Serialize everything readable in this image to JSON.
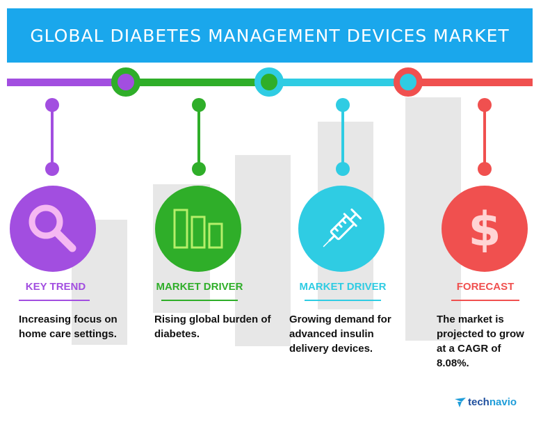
{
  "header": {
    "title": "GLOBAL DIABETES MANAGEMENT DEVICES MARKET"
  },
  "colors": {
    "header_bg": "#1aa7ec",
    "purple": "#a24ee0",
    "green": "#2fae29",
    "cyan": "#2fcce3",
    "red": "#f0504f",
    "bars": "#e7e7e7"
  },
  "items": [
    {
      "label": "KEY TREND",
      "icon": "magnifier-icon",
      "description": "Increasing focus on home care settings."
    },
    {
      "label": "MARKET DRIVER",
      "icon": "bar-chart-icon",
      "description": "Rising global burden of diabetes."
    },
    {
      "label": "MARKET DRIVER",
      "icon": "syringe-icon",
      "description": "Growing demand for advanced insulin delivery devices."
    },
    {
      "label": "FORECAST",
      "icon": "dollar-icon",
      "description": "The market is projected to grow at a CAGR of 8.08%."
    }
  ],
  "brand": {
    "prefix": "tech",
    "suffix": "navio",
    "icon": "technavio-logo-icon"
  }
}
